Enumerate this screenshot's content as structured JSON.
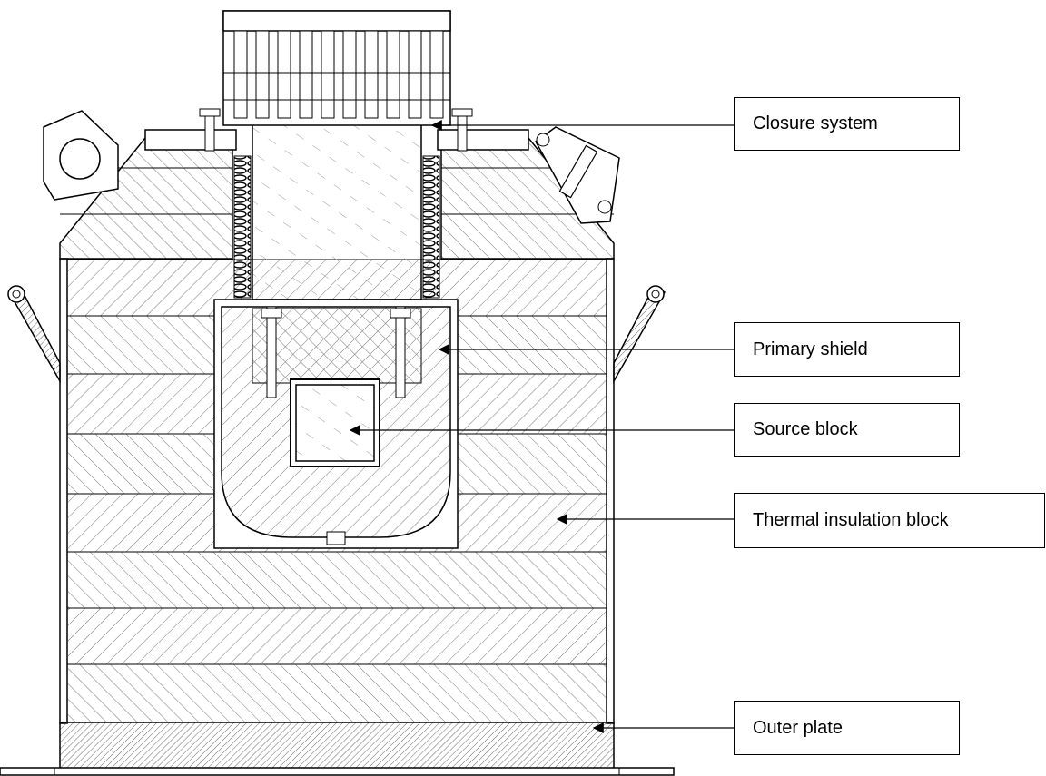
{
  "callouts": [
    {
      "id": "closure",
      "text": "Closure system"
    },
    {
      "id": "primary",
      "text": "Primary shield"
    },
    {
      "id": "source",
      "text": "Source block"
    },
    {
      "id": "thermal",
      "text": "Thermal insulation block"
    },
    {
      "id": "outer",
      "text": "Outer plate"
    }
  ],
  "colors": {
    "line": "#000000",
    "hatch": "#777777",
    "base": "#9a9a9a",
    "background": "#ffffff"
  }
}
